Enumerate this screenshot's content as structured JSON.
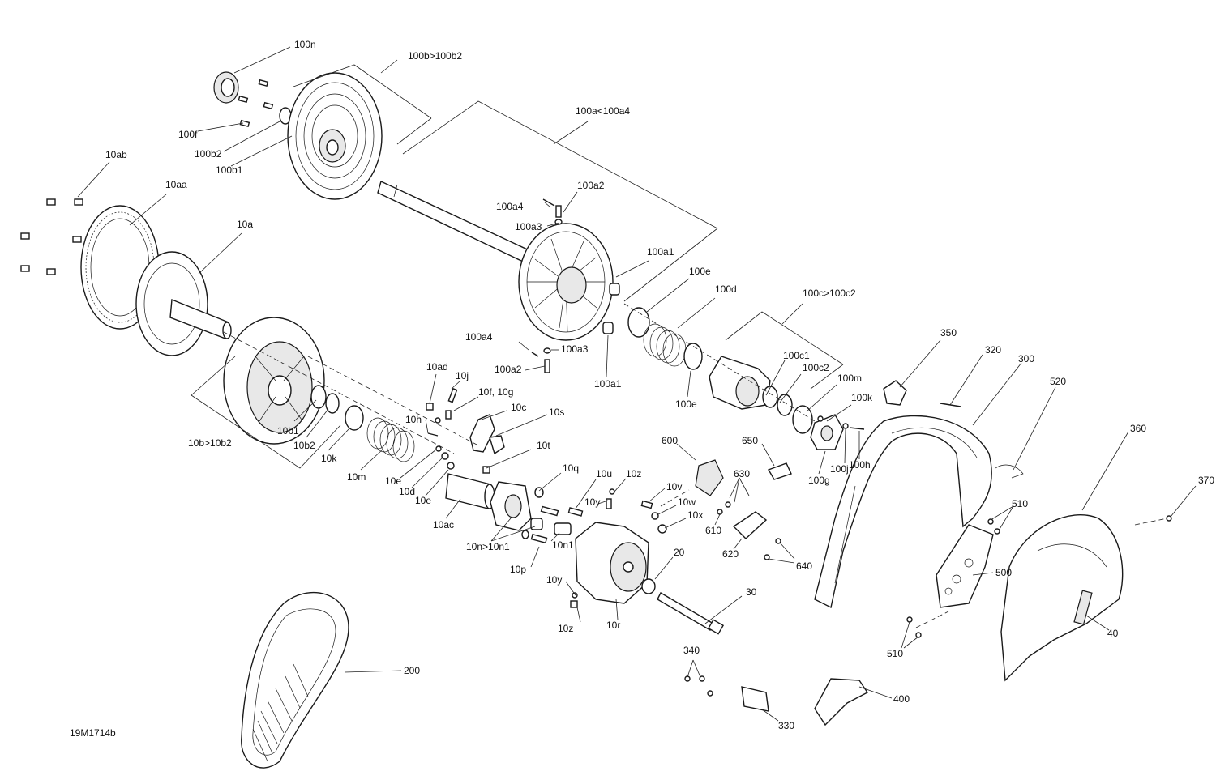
{
  "diagram_id": "19M1714b",
  "labels": {
    "l100n": "100n",
    "l100b_range": "100b>100b2",
    "l100a_range": "100a<100a4",
    "l100f": "100f",
    "l100b2": "100b2",
    "l100b1": "100b1",
    "l10ab": "10ab",
    "l10aa": "10aa",
    "l10a": "10a",
    "l100a4_top": "100a4",
    "l100a2_top": "100a2",
    "l100a3_top": "100a3",
    "l100a1_top": "100a1",
    "l100e_top": "100e",
    "l100d": "100d",
    "l100c_range": "100c>100c2",
    "l100c1": "100c1",
    "l100c2": "100c2",
    "l100m": "100m",
    "l100k": "100k",
    "l100j": "100j",
    "l100h": "100h",
    "l100g": "100g",
    "l100e_bot": "100e",
    "l100a1_bot": "100a1",
    "l100a4_bot": "100a4",
    "l100a3_bot": "100a3",
    "l100a2_bot": "100a2",
    "l10ad": "10ad",
    "l10j": "10j",
    "l10fg": "10f, 10g",
    "l10c": "10c",
    "l10h": "10h",
    "l10s": "10s",
    "l10t": "10t",
    "l10b1": "10b1",
    "l10b2": "10b2",
    "l10b_range": "10b>10b2",
    "l10k": "10k",
    "l10m": "10m",
    "l10e_a": "10e",
    "l10d": "10d",
    "l10e_b": "10e",
    "l10ac": "10ac",
    "l10q": "10q",
    "l10u": "10u",
    "l10z_top": "10z",
    "l10y_top": "10y",
    "l10v": "10v",
    "l10w": "10w",
    "l10x": "10x",
    "l10n_range": "10n>10n1",
    "l10n1": "10n1",
    "l10p": "10p",
    "l10y_bot": "10y",
    "l10z_bot": "10z",
    "l10r": "10r",
    "l20": "20",
    "l30": "30",
    "l600": "600",
    "l650": "650",
    "l630": "630",
    "l610": "610",
    "l620": "620",
    "l640": "640",
    "l350": "350",
    "l320": "320",
    "l300": "300",
    "l520": "520",
    "l360": "360",
    "l370": "370",
    "l510_top": "510",
    "l500": "500",
    "l510_bot": "510",
    "l40": "40",
    "l340": "340",
    "l400": "400",
    "l330": "330",
    "l200": "200"
  }
}
